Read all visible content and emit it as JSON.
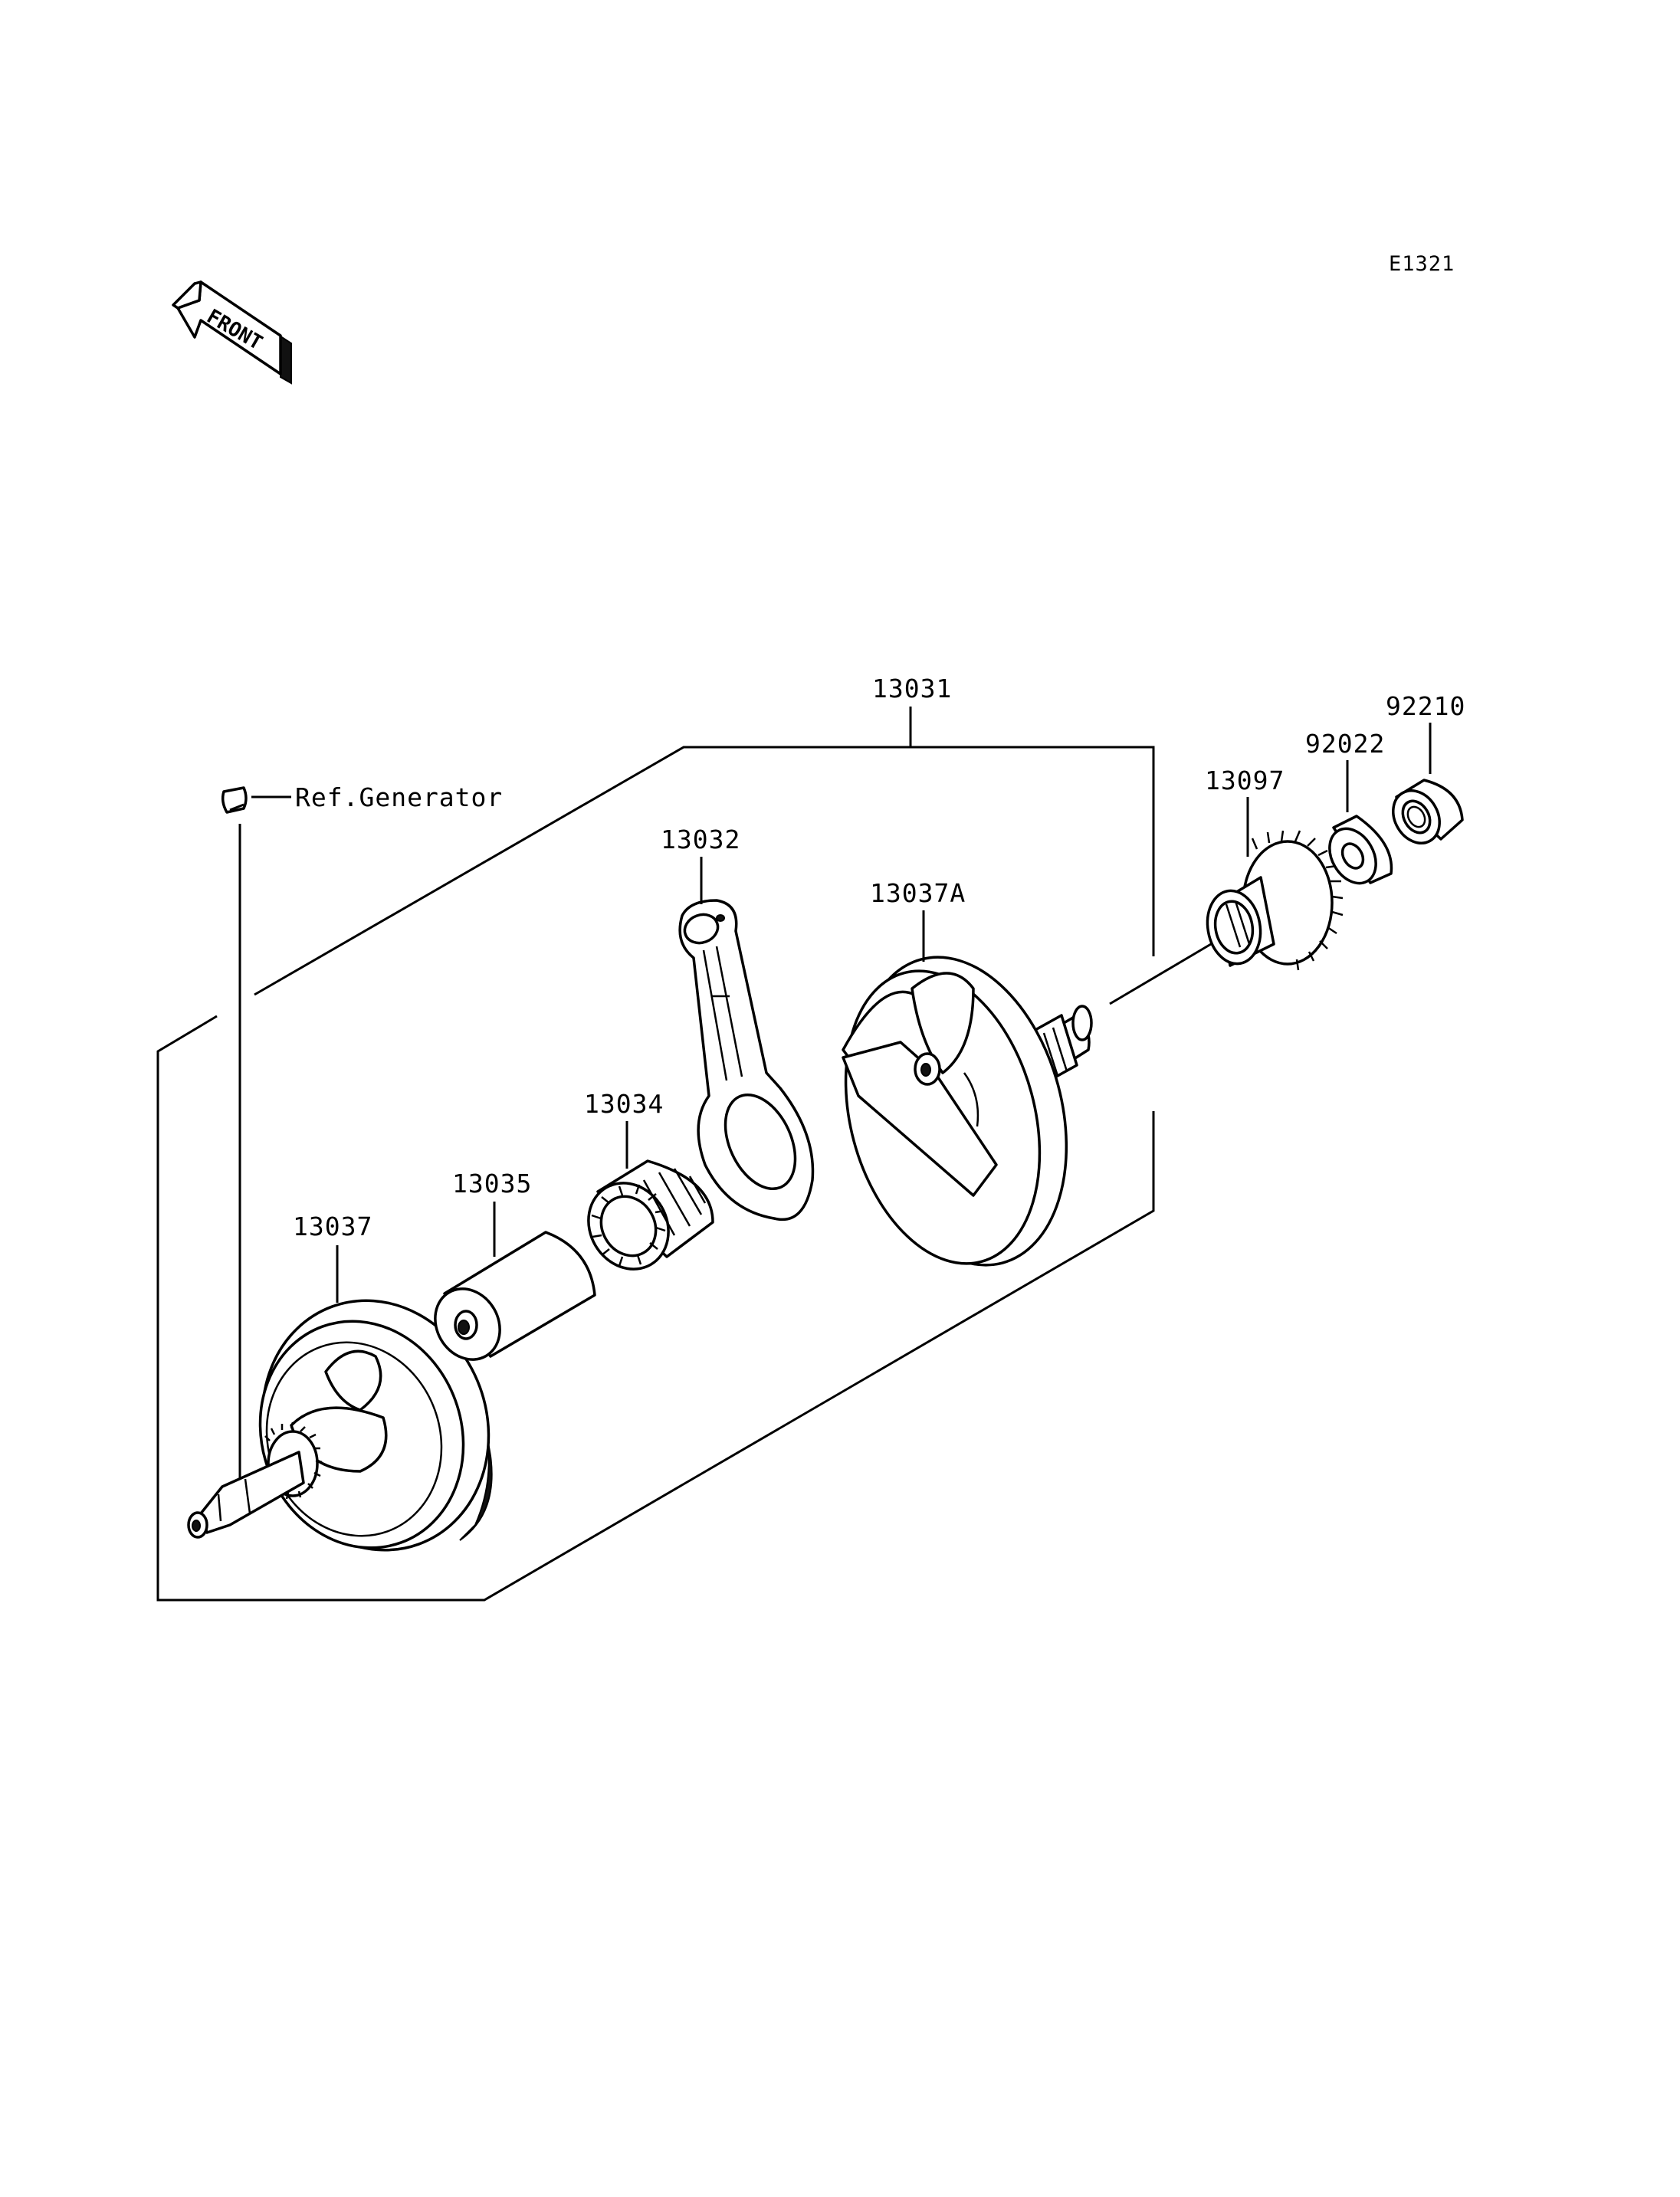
{
  "diagram_code": "E1321",
  "front_badge": "FRONT",
  "reference_note": "Ref.Generator",
  "parts": {
    "p13031": "13031",
    "p13032": "13032",
    "p13037A": "13037A",
    "p13034": "13034",
    "p13035": "13035",
    "p13037": "13037",
    "p13097": "13097",
    "p92022": "92022",
    "p92210": "92210"
  }
}
